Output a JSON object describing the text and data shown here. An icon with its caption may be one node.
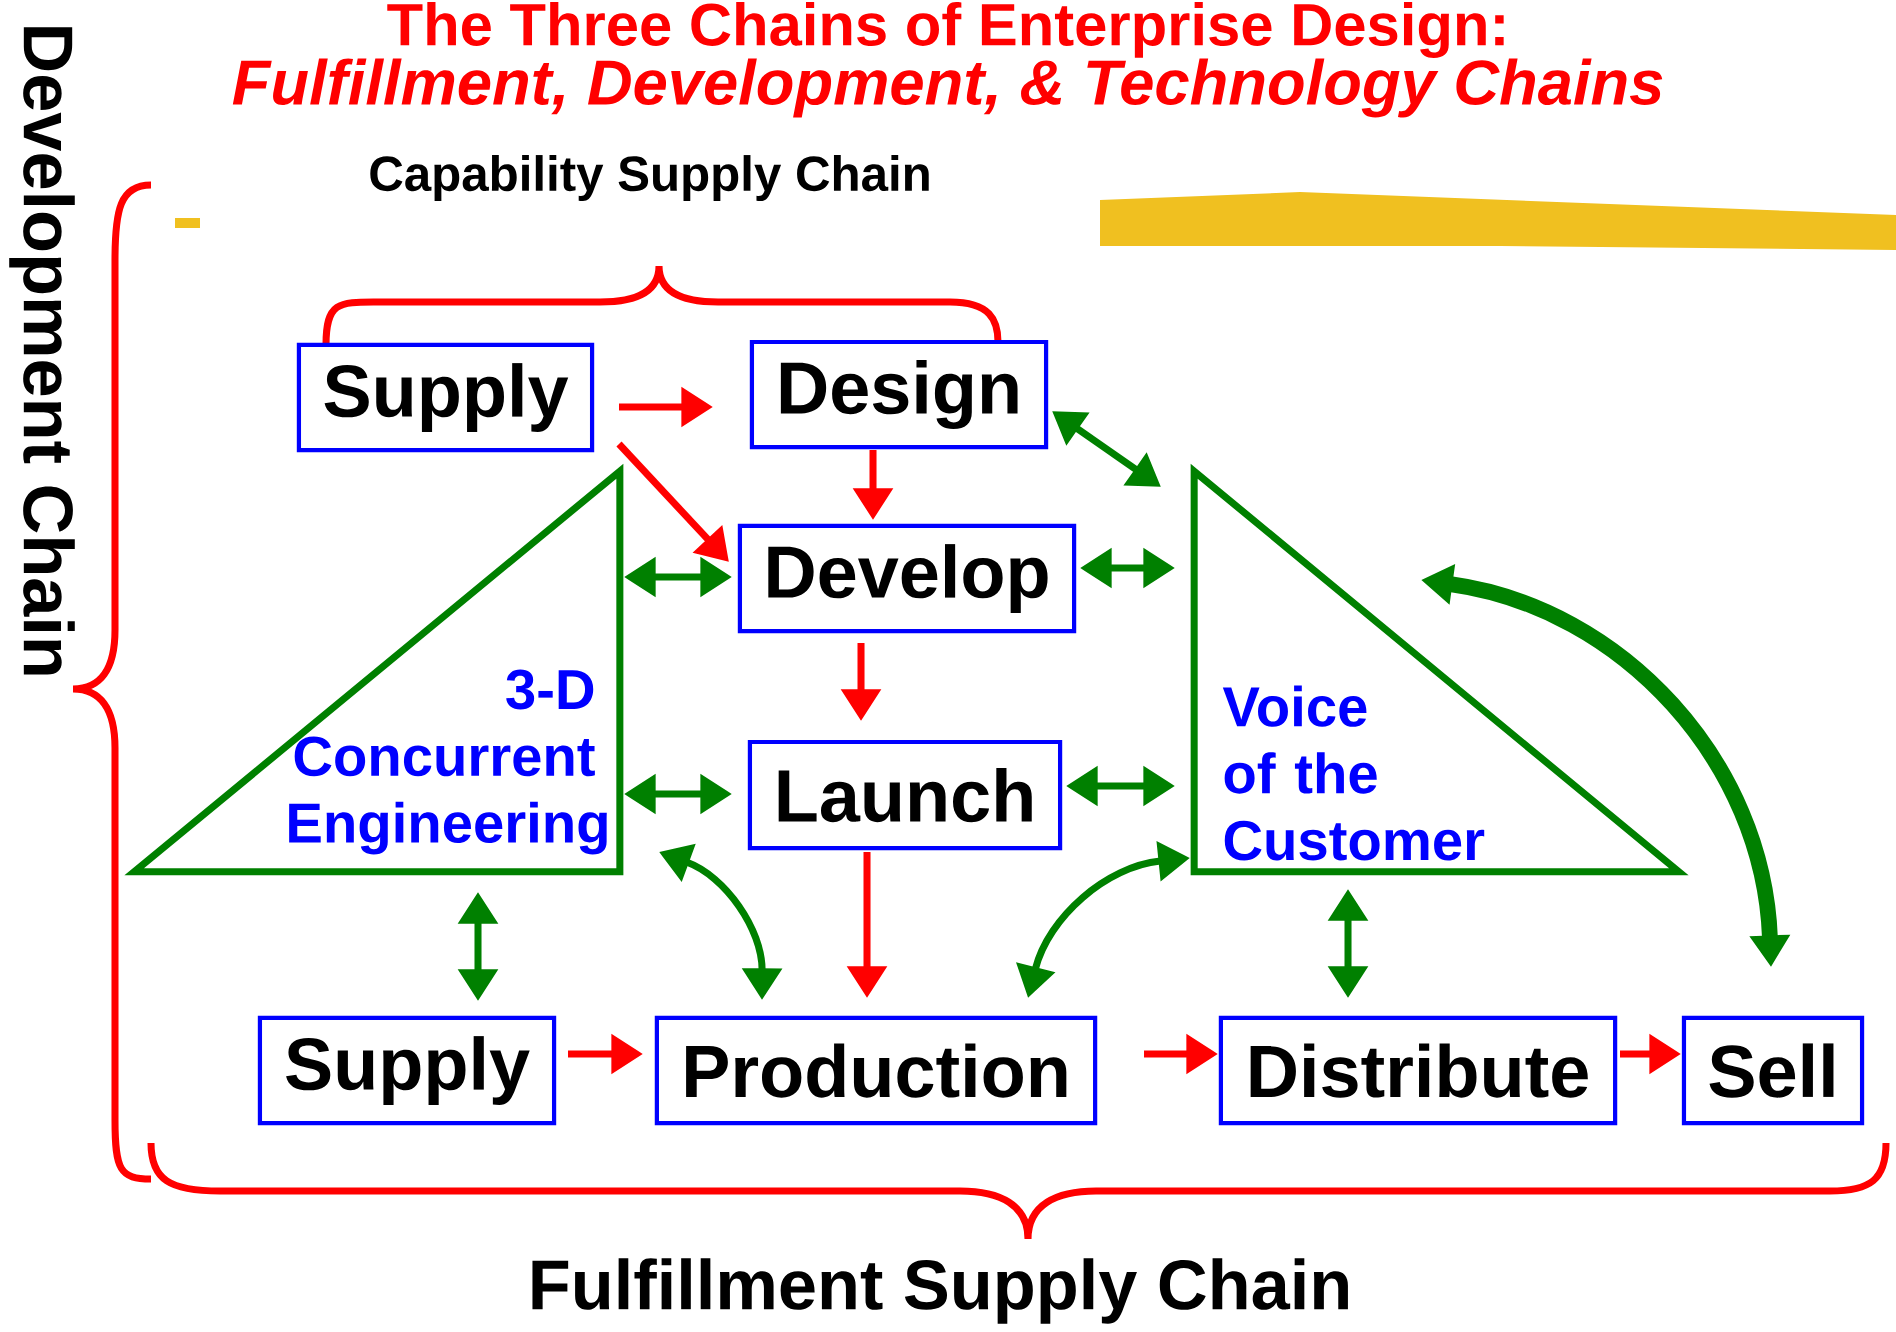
{
  "diagram": {
    "title": "The Three Chains of Enterprise Design:",
    "nodes": [
      {
        "text": [
          "Supply"
        ]
      },
      {
        "text": [
          "Design"
        ]
      },
      {
        "text": [
          "Develop"
        ]
      },
      {
        "text": [
          "Launch"
        ]
      },
      {
        "text": [
          "Supply"
        ]
      },
      {
        "text": [
          "Production"
        ]
      },
      {
        "text": [
          "Distribute"
        ]
      },
      {
        "text": [
          "Sell"
        ]
      },
      {
        "text": [
          "3-D Concurrent Engineering"
        ]
      },
      {
        "text": [
          "Voice of the Customer"
        ]
      }
    ],
    "edges": [
      {
        "from": 0,
        "to": 1,
        "arrow": "to",
        "color": "#ff0000"
      },
      {
        "from": 0,
        "to": 2,
        "arrow": "to",
        "color": "#ff0000"
      },
      {
        "from": 1,
        "to": 2,
        "arrow": "to",
        "color": "#ff0000"
      },
      {
        "from": 2,
        "to": 3,
        "arrow": "to",
        "color": "#ff0000"
      },
      {
        "from": 3,
        "to": 5,
        "arrow": "to",
        "color": "#ff0000"
      },
      {
        "from": 4,
        "to": 5,
        "arrow": "to",
        "color": "#ff0000"
      },
      {
        "from": 5,
        "to": 6,
        "arrow": "to",
        "color": "#ff0000"
      },
      {
        "from": 6,
        "to": 7,
        "arrow": "to",
        "color": "#ff0000"
      },
      {
        "from": 1,
        "to": 9,
        "arrow": "both"
      },
      {
        "from": 8,
        "to": 2,
        "arrow": "both"
      },
      {
        "from": 2,
        "to": 9,
        "arrow": "both"
      },
      {
        "from": 8,
        "to": 3,
        "arrow": "both"
      },
      {
        "from": 3,
        "to": 9,
        "arrow": "both"
      },
      {
        "from": 8,
        "to": 4,
        "arrow": "both"
      },
      {
        "from": 8,
        "to": 5,
        "arrow": "both"
      },
      {
        "from": 5,
        "to": 9,
        "arrow": "both"
      },
      {
        "from": 9,
        "to": 6,
        "arrow": "both"
      },
      {
        "from": 9,
        "to": 7,
        "arrow": "both",
        "style": "thick"
      }
    ],
    "labels": [
      "Fulfillment, Development, & Technology Chains",
      "Capability Supply Chain",
      "Development Chain",
      "Fulfillment Supply Chain"
    ]
  }
}
